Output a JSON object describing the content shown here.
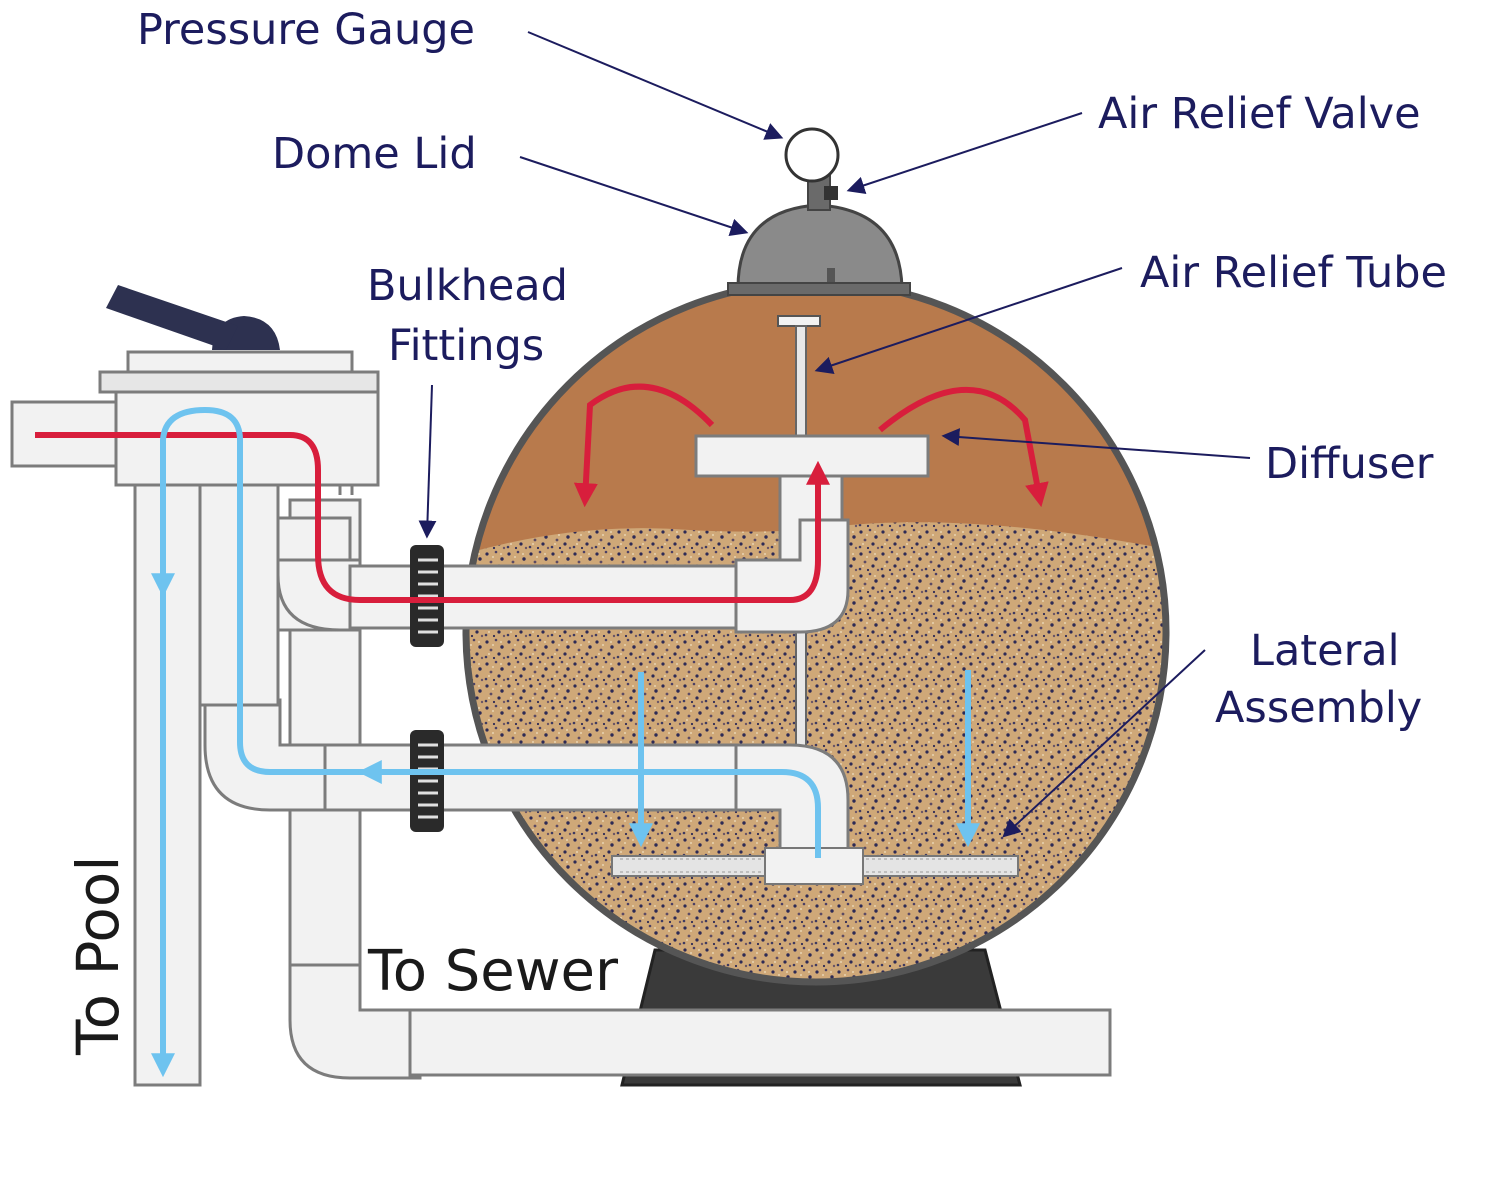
{
  "labels": {
    "pressure_gauge": "Pressure Gauge",
    "dome_lid": "Dome Lid",
    "air_relief_valve": "Air Relief Valve",
    "air_relief_tube": "Air Relief Tube",
    "bulkhead_line1": "Bulkhead",
    "bulkhead_line2": "Fittings",
    "diffuser": "Diffuser",
    "lateral_line1": "Lateral",
    "lateral_line2": "Assembly",
    "to_sewer": "To Sewer",
    "to_pool": "To Pool"
  },
  "colors": {
    "label_text": "#1c1c5e",
    "water_in": "#d81e3c",
    "water_out": "#6ec3ef",
    "water_area": "#b87a4c",
    "sand": "#cfa878",
    "pipe": "#f2f2f2",
    "base": "#3a3a3a",
    "dome": "#8a8a8a"
  }
}
